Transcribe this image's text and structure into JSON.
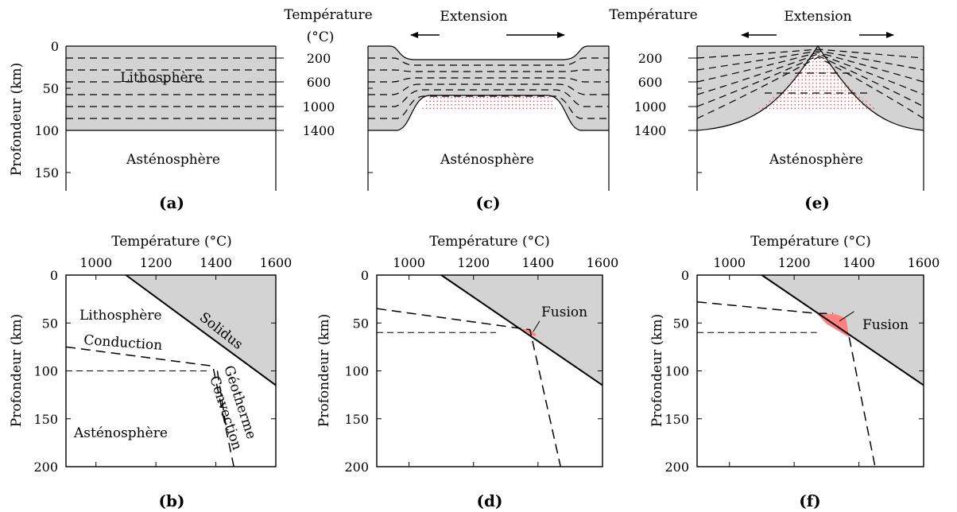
{
  "top": {
    "depth_axis_label": "Profondeur (km)",
    "depth_ticks": [
      "0",
      "50",
      "100",
      "150"
    ],
    "temp_header": "Température",
    "temp_unit": "(°C)",
    "iso_ticks": [
      "200",
      "600",
      "1000",
      "1400"
    ],
    "extension_label": "Extension",
    "lithosphere_label": "Lithosphère",
    "asthenosphere_label": "Asténosphère",
    "captions": [
      "(a)",
      "(c)",
      "(e)"
    ]
  },
  "bottom": {
    "x_title": "Température (°C)",
    "x_ticks": [
      "1000",
      "1200",
      "1400",
      "1600"
    ],
    "depth_axis_label": "Profondeur (km)",
    "depth_ticks": [
      "0",
      "50",
      "100",
      "150",
      "200"
    ],
    "captions": [
      "(b)",
      "(d)",
      "(f)"
    ],
    "b_labels": {
      "lithosphere": "Lithosphère",
      "conduction": "Conduction",
      "asthenosphere": "Asténosphère",
      "solidus": "Solidus",
      "geotherme": "Géotherme",
      "convection": "Convection"
    },
    "fusion_label": "Fusion"
  },
  "chart_data": [
    {
      "type": "line",
      "panel": "(b)",
      "xlabel": "Température (°C)",
      "ylabel": "Profondeur (km)",
      "xlim": [
        900,
        1600
      ],
      "ylim": [
        200,
        0
      ],
      "series": [
        {
          "name": "Solidus",
          "points": [
            [
              1100,
              0
            ],
            [
              1600,
              115
            ]
          ]
        },
        {
          "name": "Conduction",
          "points": [
            [
              900,
              75
            ],
            [
              1390,
              95
            ]
          ]
        },
        {
          "name": "Convection",
          "points": [
            [
              1390,
              95
            ],
            [
              1460,
              200
            ]
          ]
        }
      ]
    },
    {
      "type": "line",
      "panel": "(d)",
      "xlabel": "Température (°C)",
      "ylabel": "Profondeur (km)",
      "xlim": [
        900,
        1600
      ],
      "ylim": [
        200,
        0
      ],
      "series": [
        {
          "name": "Solidus",
          "points": [
            [
              1100,
              0
            ],
            [
              1600,
              115
            ]
          ]
        },
        {
          "points": [
            [
              900,
              35
            ],
            [
              1375,
              57
            ]
          ]
        },
        {
          "points": [
            [
              1375,
              57
            ],
            [
              1470,
              200
            ]
          ]
        }
      ]
    },
    {
      "type": "line",
      "panel": "(f)",
      "xlabel": "Température (°C)",
      "ylabel": "Profondeur (km)",
      "xlim": [
        900,
        1600
      ],
      "ylim": [
        200,
        0
      ],
      "series": [
        {
          "name": "Solidus",
          "points": [
            [
              1100,
              0
            ],
            [
              1600,
              115
            ]
          ]
        },
        {
          "points": [
            [
              900,
              28
            ],
            [
              1270,
              40
            ]
          ]
        },
        {
          "points": [
            [
              1370,
              65
            ],
            [
              1450,
              200
            ]
          ]
        }
      ]
    }
  ]
}
